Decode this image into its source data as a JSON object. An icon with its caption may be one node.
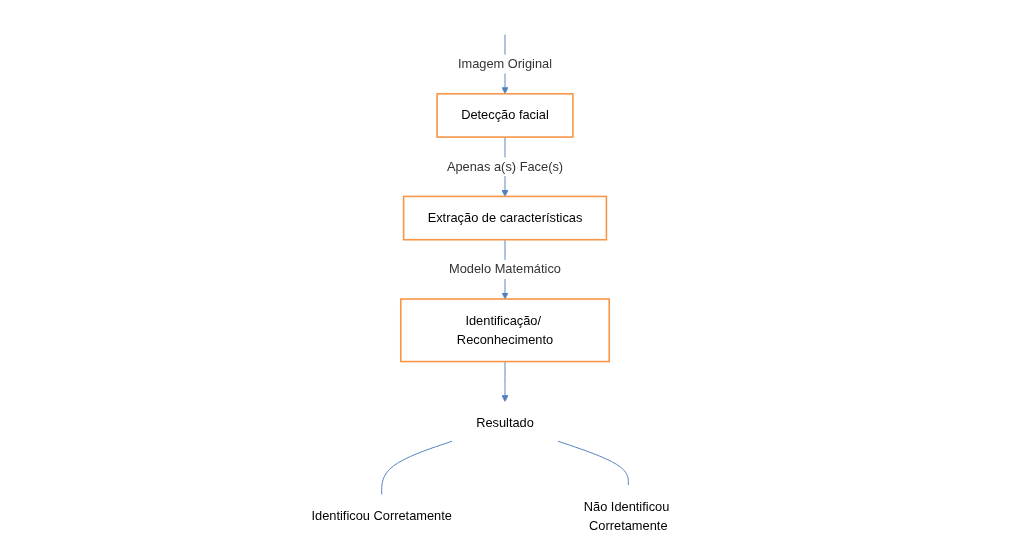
{
  "diagram": {
    "nodes": [
      {
        "text": [
          "Detecção facial"
        ]
      },
      {
        "text": [
          "Extração de características"
        ]
      },
      {
        "text": [
          "Identificação/ Reconhecimento"
        ]
      },
      {
        "text": [
          "Resultado"
        ]
      },
      {
        "text": [
          "Identificou Corretamente"
        ]
      },
      {
        "text": [
          "Não Identificou Corretamente"
        ]
      }
    ],
    "edges": [
      {
        "from": null,
        "to": 0,
        "arrow": "to",
        "label": "Imagem Original"
      },
      {
        "from": 0,
        "to": 1,
        "arrow": "to",
        "label": "Apenas a(s) Face(s)"
      },
      {
        "from": 1,
        "to": 2,
        "arrow": "to",
        "label": "Modelo Matemático"
      },
      {
        "from": 2,
        "to": 3,
        "arrow": "to"
      },
      {
        "from": 3,
        "to": 4,
        "arrow": "none"
      },
      {
        "from": 3,
        "to": 5,
        "arrow": "none"
      }
    ]
  }
}
